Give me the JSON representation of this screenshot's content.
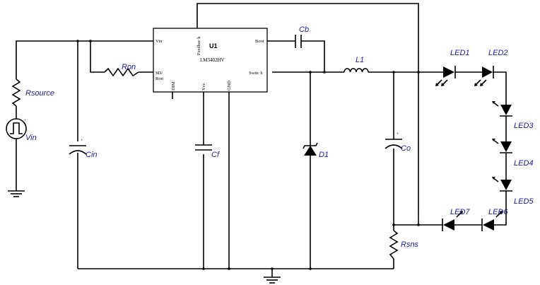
{
  "ic": {
    "ref": "U1",
    "part": "LM3402HV",
    "pins": {
      "vin": "Vin",
      "feedback": "Feedbac k",
      "boot": "Boot",
      "sd": "SD/",
      "ron": "Ron",
      "switch": "Switc h",
      "dim": "DIM",
      "vcc": "Vcc",
      "gnd": "GND"
    }
  },
  "labels": {
    "rsource": "Rsource",
    "vin": "Vin",
    "ron": "Ron",
    "cin": "Cin",
    "cf": "Cf",
    "cb": "Cb",
    "l1": "L1",
    "d1": "D1",
    "co": "Co",
    "rsns": "Rsns",
    "led1": "LED1",
    "led2": "LED2",
    "led3": "LED3",
    "led4": "LED4",
    "led5": "LED5",
    "led6": "LED6",
    "led7": "LED7"
  },
  "polarity": "+"
}
